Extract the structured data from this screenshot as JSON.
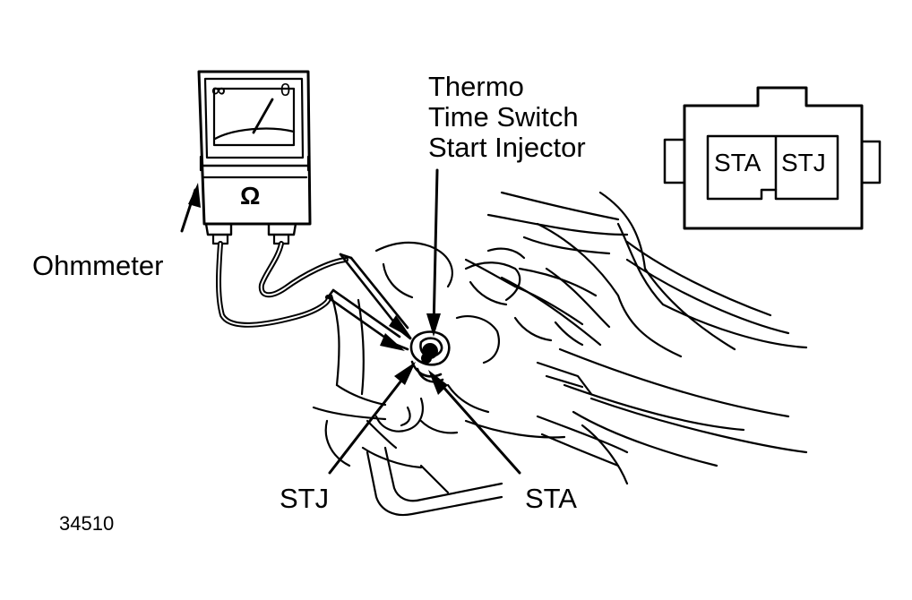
{
  "labels": {
    "thermo_line1": "Thermo",
    "thermo_line2": "Time Switch",
    "thermo_line3": "Start Injector",
    "ohmmeter": "Ohmmeter",
    "stj": "STJ",
    "sta": "STA",
    "figure_number": "34510"
  },
  "meter": {
    "scale_left": "∞",
    "scale_right": "0",
    "unit_symbol": "Ω"
  },
  "connector": {
    "pin_left": "STA",
    "pin_right": "STJ"
  },
  "colors": {
    "ink": "#000000",
    "paper": "#ffffff"
  }
}
